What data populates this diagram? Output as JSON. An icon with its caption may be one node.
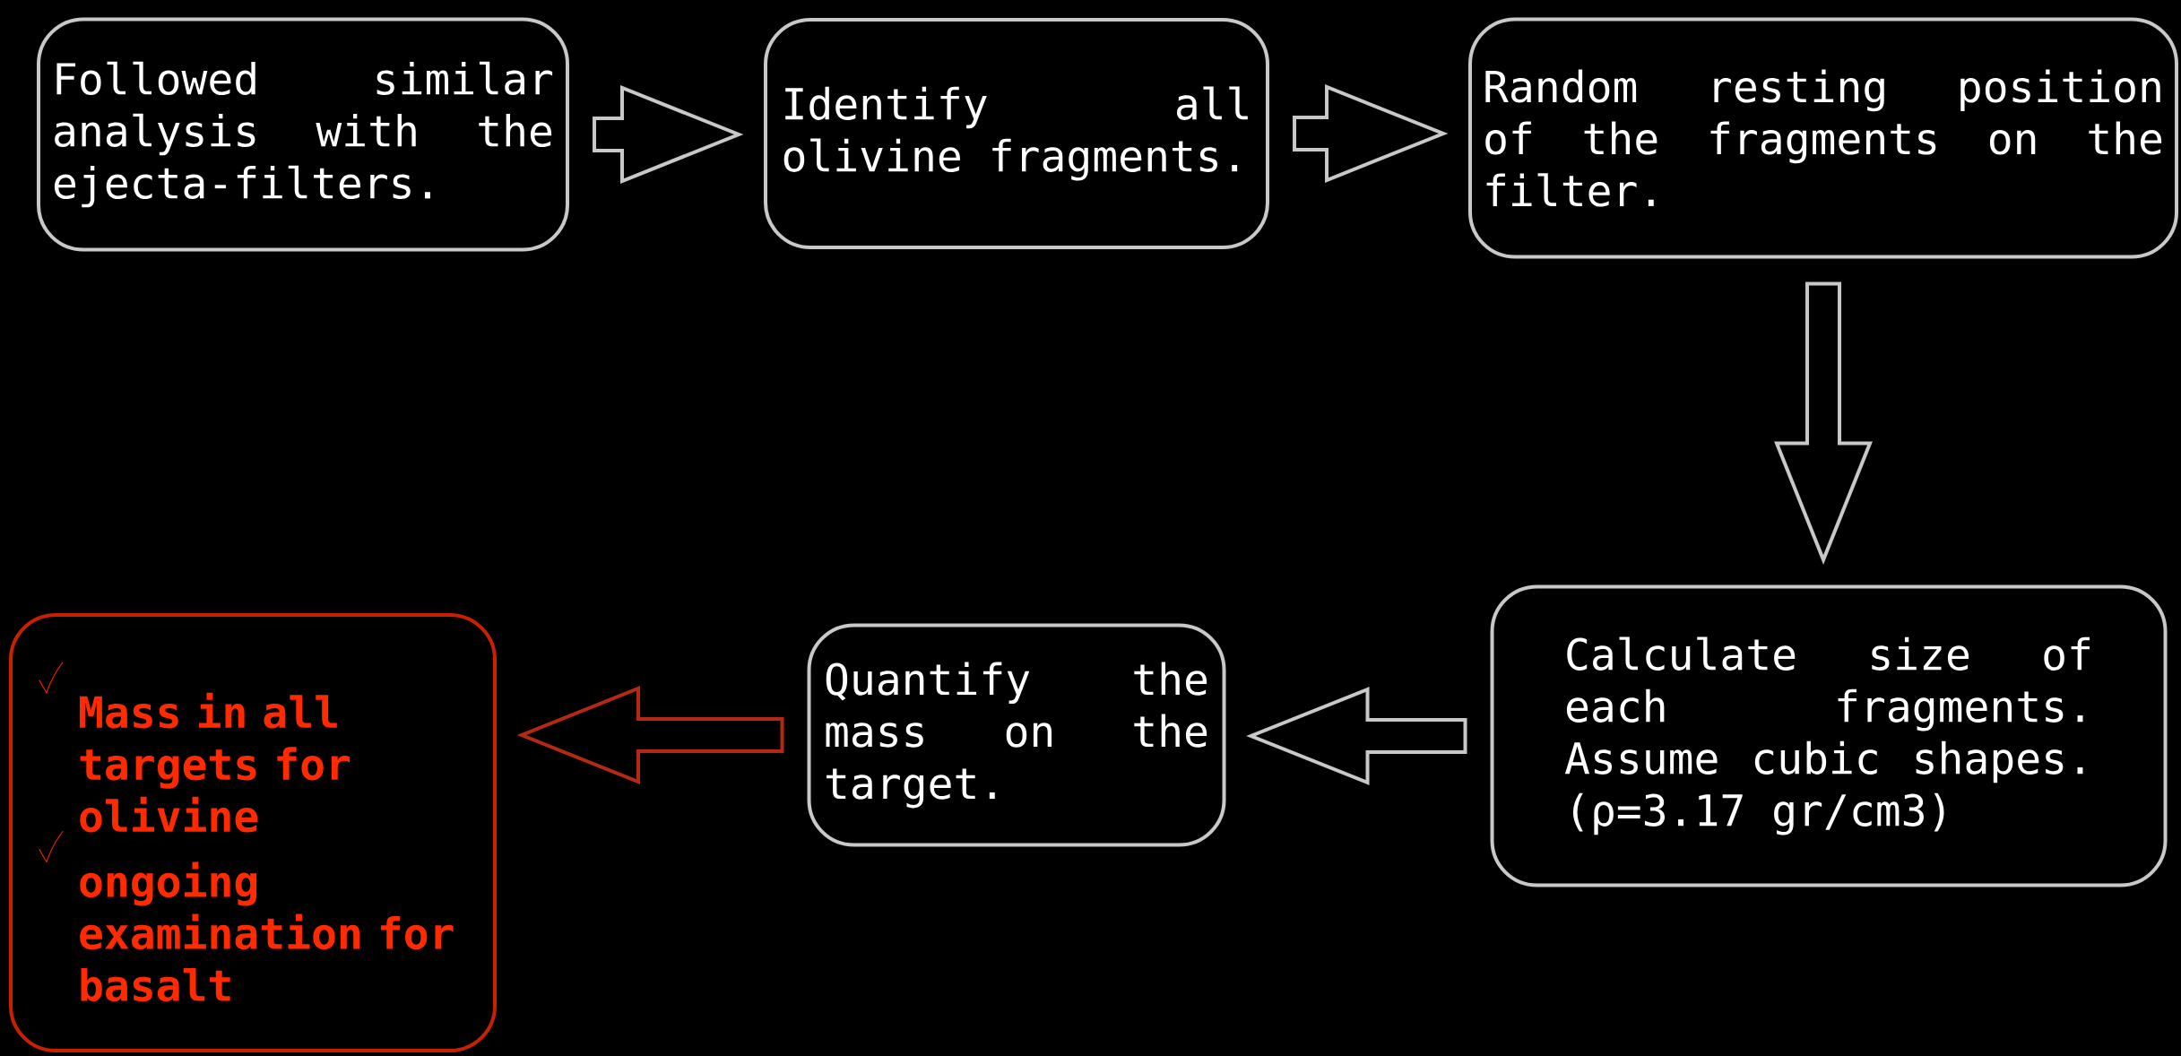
{
  "diagram": {
    "nodes": [
      {
        "text": [
          "Followed similar analysis with the ejecta-filters."
        ]
      },
      {
        "text": [
          "Identify all olivine fragments."
        ]
      },
      {
        "text": [
          "Random resting position of the fragments on the filter."
        ]
      },
      {
        "text": [
          "Calculate size of each fragments. Assume cubic shapes. (ρ=3.17 gr/cm3)"
        ]
      },
      {
        "text": [
          "Quantify the mass on the target."
        ]
      },
      {
        "text": [
          "Mass in all targets for olivine",
          "ongoing examination for basalt"
        ]
      }
    ],
    "edges": [
      {
        "from": 0,
        "to": 1,
        "arrow": "to"
      },
      {
        "from": 1,
        "to": 2,
        "arrow": "to"
      },
      {
        "from": 2,
        "to": 3,
        "arrow": "to"
      },
      {
        "from": 3,
        "to": 4,
        "arrow": "to"
      },
      {
        "from": 4,
        "to": 5,
        "arrow": "to",
        "color": "#b42814"
      }
    ]
  }
}
